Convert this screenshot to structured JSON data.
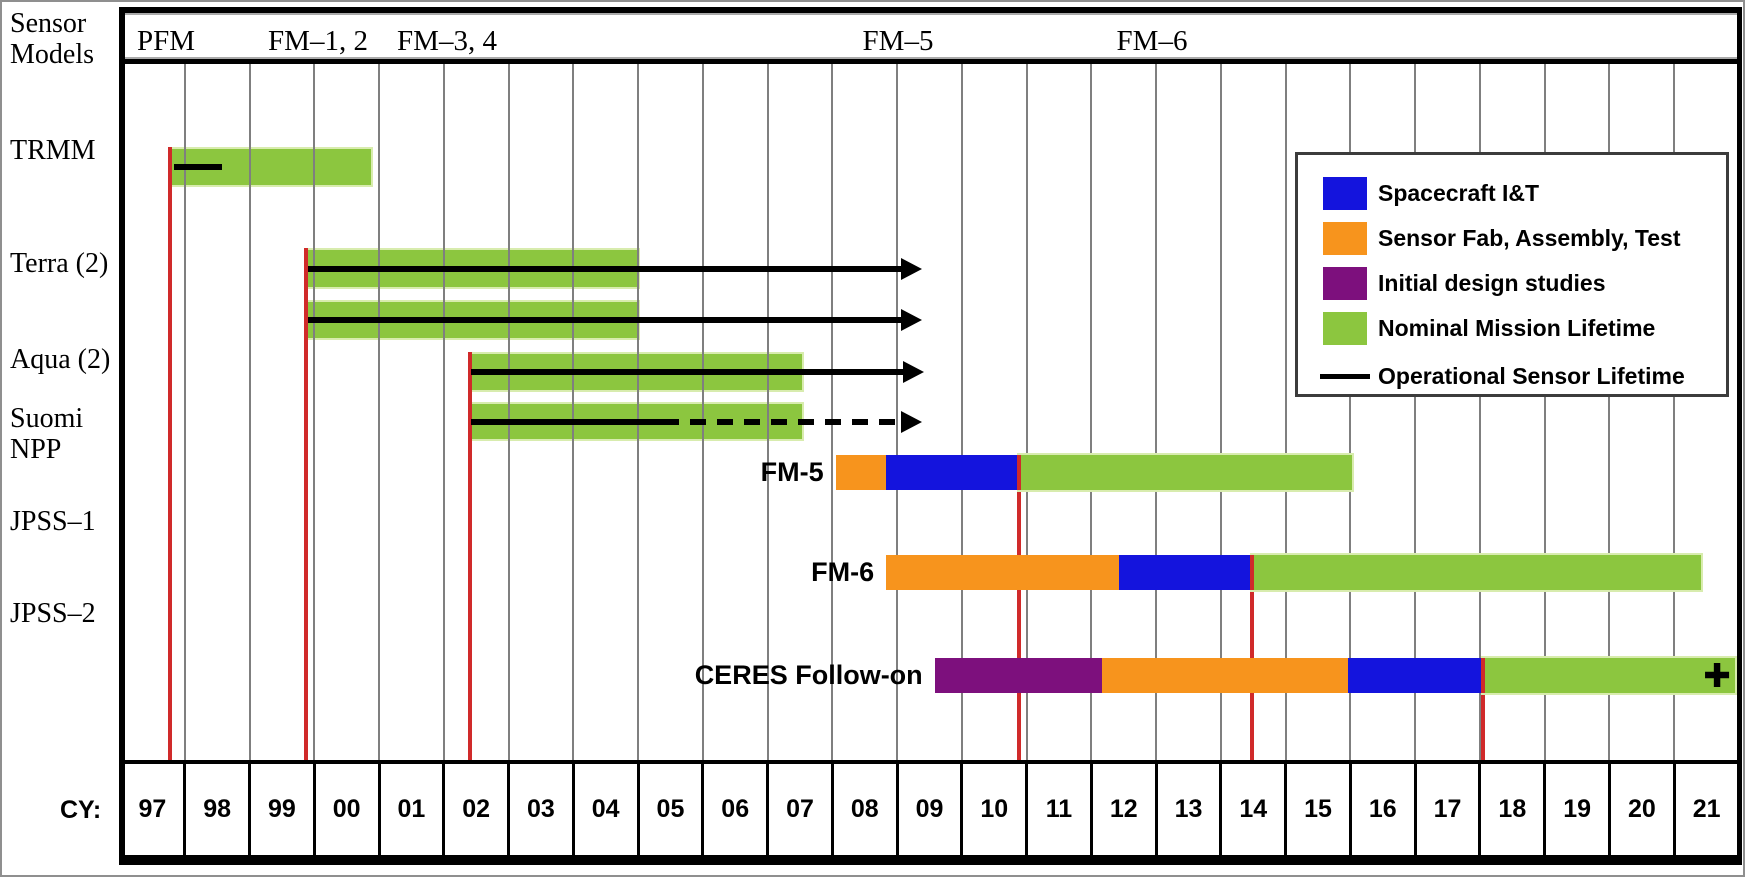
{
  "palette": {
    "it_blue": "#1414dd",
    "fab_orange": "#f7941d",
    "design_purple": "#7d107d",
    "nominal_green": "#8cc63f",
    "green_halo": "#d8ecae",
    "launch_red": "#d02a2a",
    "grid_gray": "#7f7f7f"
  },
  "left_column": {
    "header_lines": "Sensor\nModels",
    "rows": [
      {
        "label": "TRMM",
        "y": 133
      },
      {
        "label": "Terra (2)",
        "y": 246
      },
      {
        "label": "Aqua (2)",
        "y": 342
      },
      {
        "label": "Suomi\nNPP",
        "y": 401
      },
      {
        "label": "JPSS–1",
        "y": 504
      },
      {
        "label": "JPSS–2",
        "y": 596
      }
    ]
  },
  "header_band": {
    "items": [
      {
        "label": "PFM",
        "x": 164
      },
      {
        "label": "FM–1, 2",
        "x": 316
      },
      {
        "label": "FM–3, 4",
        "x": 445
      },
      {
        "label": "FM–5",
        "x": 896
      },
      {
        "label": "FM–6",
        "x": 1150
      }
    ]
  },
  "cy_axis": {
    "label": "CY:",
    "years": [
      "97",
      "98",
      "99",
      "00",
      "01",
      "02",
      "03",
      "04",
      "05",
      "06",
      "07",
      "08",
      "09",
      "10",
      "11",
      "12",
      "13",
      "14",
      "15",
      "16",
      "17",
      "18",
      "19",
      "20",
      "21"
    ]
  },
  "legend": {
    "items": [
      {
        "key": "it_blue",
        "type": "swatch",
        "label": "Spacecraft I&T"
      },
      {
        "key": "fab_orange",
        "type": "swatch",
        "label": "Sensor Fab, Assembly, Test"
      },
      {
        "key": "design_purple",
        "type": "swatch",
        "label": "Initial design studies"
      },
      {
        "key": "nominal_green",
        "type": "swatch",
        "label": "Nominal Mission Lifetime"
      },
      {
        "key": "op_line",
        "type": "line",
        "label": "Operational Sensor Lifetime"
      }
    ]
  },
  "continuation_marker": "✚",
  "chart_data": {
    "type": "bar",
    "subtype": "gantt-timeline",
    "orientation": "horizontal",
    "xlabel": "CY (calendar year)",
    "x_range": [
      1997,
      2022
    ],
    "x_ticks": [
      1997,
      1998,
      1999,
      2000,
      2001,
      2002,
      2003,
      2004,
      2005,
      2006,
      2007,
      2008,
      2009,
      2010,
      2011,
      2012,
      2013,
      2014,
      2015,
      2016,
      2017,
      2018,
      2019,
      2020,
      2021
    ],
    "grid": true,
    "legend_position": "top-right",
    "rows": [
      {
        "id": "trmm-pfm",
        "platform": "TRMM",
        "sensor": "PFM",
        "y": 147,
        "h": 36,
        "zone": "upper",
        "segments": [
          {
            "phase": "nominal_green",
            "from": 1997.8,
            "to": 2000.88
          }
        ],
        "op_line": {
          "style": "solid",
          "from": 1997.84,
          "to": 1998.58,
          "arrow": false
        },
        "launch_line_year": 1997.77
      },
      {
        "id": "terra-fm1",
        "platform": "Terra",
        "sensor": "FM-1",
        "y": 248,
        "h": 37,
        "zone": "upper",
        "segments": [
          {
            "phase": "nominal_green",
            "from": 1999.9,
            "to": 2005.0
          }
        ],
        "op_line": {
          "style": "solid",
          "from": 1999.9,
          "to": 2009.35,
          "arrow": true
        },
        "launch_line_year": 1999.87
      },
      {
        "id": "terra-fm2",
        "platform": "Terra",
        "sensor": "FM-2",
        "y": 300,
        "h": 36,
        "zone": "upper",
        "segments": [
          {
            "phase": "nominal_green",
            "from": 1999.9,
            "to": 2005.0
          }
        ],
        "op_line": {
          "style": "solid",
          "from": 1999.9,
          "to": 2009.35,
          "arrow": true
        }
      },
      {
        "id": "aqua-fm3",
        "platform": "Aqua",
        "sensor": "FM-3",
        "y": 352,
        "h": 36,
        "zone": "upper",
        "segments": [
          {
            "phase": "nominal_green",
            "from": 2002.42,
            "to": 2007.53
          }
        ],
        "op_line": {
          "style": "solid",
          "from": 2002.42,
          "to": 2009.38,
          "arrow": true
        },
        "launch_line_year": 2002.4
      },
      {
        "id": "aqua-fm4",
        "platform": "Aqua",
        "sensor": "FM-4",
        "y": 402,
        "h": 35,
        "zone": "upper",
        "segments": [
          {
            "phase": "nominal_green",
            "from": 2002.42,
            "to": 2007.53
          }
        ],
        "op_line": {
          "style": "solid_then_dashed",
          "from": 2002.42,
          "solid_to": 2005.38,
          "to": 2009.35,
          "arrow": true
        }
      },
      {
        "id": "npp-fm5",
        "platform": "Suomi NPP",
        "sensor": "FM-5",
        "bar_label": "FM-5",
        "y": 453,
        "h": 35,
        "zone": "lower",
        "segments": [
          {
            "phase": "fab_orange",
            "from": 2008.05,
            "to": 2008.83
          },
          {
            "phase": "it_blue",
            "from": 2008.83,
            "to": 2010.88
          },
          {
            "phase": "nominal_green",
            "from": 2010.88,
            "to": 2016.02
          }
        ],
        "launch_line_year": 2010.88,
        "launch_through_bar": true
      },
      {
        "id": "jpss1-fm6",
        "platform": "JPSS–1",
        "sensor": "FM-6",
        "bar_label": "FM-6",
        "y": 553,
        "h": 35,
        "zone": "lower",
        "segments": [
          {
            "phase": "fab_orange",
            "from": 2008.83,
            "to": 2012.43
          },
          {
            "phase": "it_blue",
            "from": 2012.43,
            "to": 2014.48
          },
          {
            "phase": "nominal_green",
            "from": 2014.48,
            "to": 2021.42
          }
        ],
        "launch_line_year": 2014.48,
        "launch_through_bar": true
      },
      {
        "id": "jpss2-ceres-fo",
        "platform": "JPSS–2",
        "sensor": "CERES Follow-on",
        "bar_label": "CERES Follow-on",
        "y": 656,
        "h": 35,
        "zone": "lower",
        "segments": [
          {
            "phase": "design_purple",
            "from": 2009.58,
            "to": 2012.16
          },
          {
            "phase": "fab_orange",
            "from": 2012.16,
            "to": 2015.97
          },
          {
            "phase": "it_blue",
            "from": 2015.97,
            "to": 2018.05
          },
          {
            "phase": "nominal_green",
            "from": 2018.05,
            "to": 2021.94
          }
        ],
        "continues": true,
        "launch_line_year": 2018.05,
        "launch_through_bar": true
      }
    ]
  }
}
